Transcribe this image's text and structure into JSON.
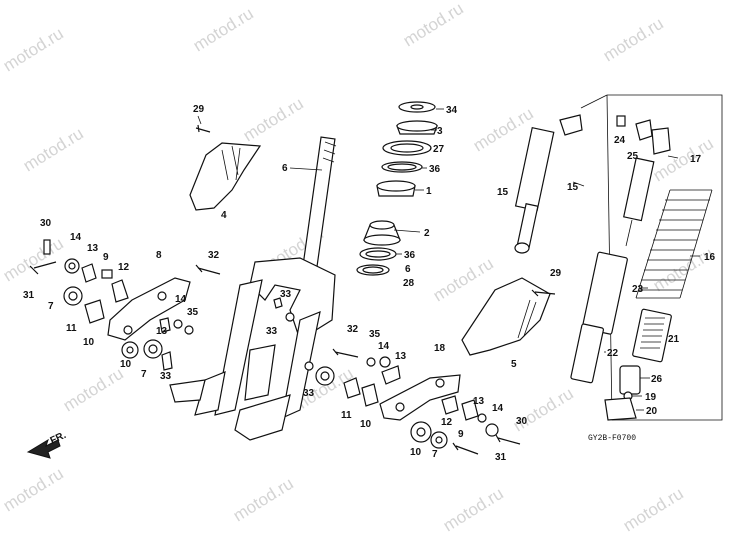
{
  "watermark": "motod.ru",
  "diagram_code": "GY2B-F0700",
  "direction_label": "FR.",
  "callouts": {
    "c29a": "29",
    "c4": "4",
    "c6": "6",
    "c34": "34",
    "c3": "3",
    "c27": "27",
    "c36a": "36",
    "c1": "1",
    "c2": "2",
    "c36b": "36",
    "c6b": "6",
    "c28": "28",
    "c30a": "30",
    "c14a": "14",
    "c13a": "13",
    "c9a": "9",
    "c8": "8",
    "c12a": "12",
    "c31a": "31",
    "c7a": "7",
    "c11a": "11",
    "c10a": "10",
    "c32a": "32",
    "c14b": "14",
    "c35a": "35",
    "c13b": "13",
    "c10b": "10",
    "c7b": "7",
    "c33a": "33",
    "c33b": "33",
    "c33c": "33",
    "c32b": "32",
    "c35b": "35",
    "c14c": "14",
    "c13c": "13",
    "c18": "18",
    "c33d": "33",
    "c11b": "11",
    "c10c": "10",
    "c12b": "12",
    "c13d": "13",
    "c14d": "14",
    "c30b": "30",
    "c10d": "10",
    "c7c": "7",
    "c31b": "31",
    "c9b": "9",
    "c15a": "15",
    "c29b": "29",
    "c5": "5",
    "c15b": "15",
    "c24": "24",
    "c25": "25",
    "c17": "17",
    "c16": "16",
    "c23": "23",
    "c21": "21",
    "c22": "22",
    "c26": "26",
    "c19": "19",
    "c20": "20"
  }
}
